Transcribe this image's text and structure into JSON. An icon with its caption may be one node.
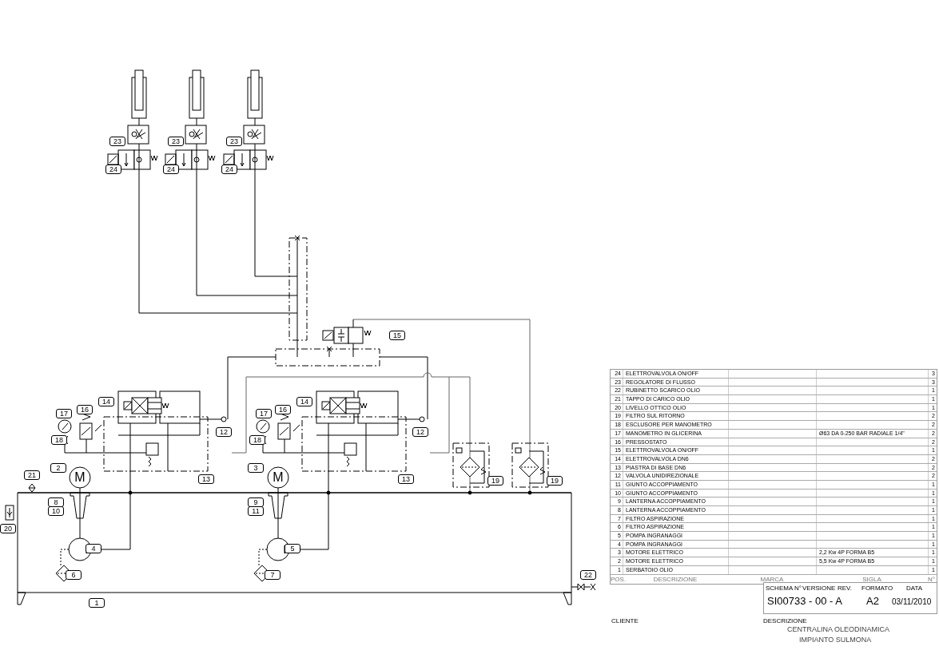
{
  "diagram": {
    "labels": [
      "23",
      "23",
      "23",
      "24",
      "24",
      "24",
      "15",
      "14",
      "16",
      "17",
      "18",
      "12",
      "13",
      "2",
      "21",
      "8",
      "10",
      "20",
      "4",
      "6",
      "1",
      "14",
      "16",
      "17",
      "18",
      "12",
      "13",
      "3",
      "9",
      "11",
      "5",
      "7",
      "19",
      "19",
      "22",
      "24",
      "ELETTROVALVOLA ON/OFF",
      "3",
      "23",
      "REGOLATORE DI FLUSSO",
      "3",
      "22",
      "RUBINETTO SCARICO OLIO",
      "1",
      "21",
      "TAPPO DI CARICO OLIO",
      "1",
      "20",
      "LIVELLO OTTICO OLIO",
      "1",
      "19",
      "FILTRO SUL RITORNO",
      "2",
      "18",
      "ESCLUSORE PER MANOMETRO",
      "2",
      "17",
      "MANOMETRO IN GLICERINA",
      "Ø63 DA 0-250 BAR RADIALE 1/4\"",
      "2",
      "16",
      "PRESSOSTATO",
      "2",
      "15",
      "ELETTROVALVOLA ON/OFF",
      "1",
      "14",
      "ELETTROVALVOLA DN6",
      "2",
      "13",
      "PIASTRA DI BASE DN6",
      "2",
      "12",
      "VALVOLA UNIDIREZIONALE",
      "2",
      "11",
      "GIUNTO ACCOPPIAMENTO",
      "1",
      "10",
      "GIUNTO ACCOPPIAMENTO",
      "1",
      "9",
      "LANTERNA ACCOPPIAMENTO",
      "1",
      "8",
      "LANTERNA ACCOPPIAMENTO",
      "1",
      "7",
      "FILTRO ASPIRAZIONE",
      "1",
      "6",
      "FILTRO ASPIRAZIONE",
      "1",
      "5",
      "POMPA INGRANAGGI",
      "1",
      "4",
      "POMPA INGRANAGGI",
      "1",
      "3",
      "MOTORE ELETTRICO",
      "2,2 Kw 4P FORMA B5",
      "1",
      "2",
      "MOTORE ELETTRICO",
      "5,5 Kw 4P FORMA B5",
      "1",
      "1",
      "SERBATOIO OLIO",
      "1",
      "POS.",
      "DESCRIZIONE",
      "MARCA",
      "SIGLA",
      "N°",
      "SCHEMA N°",
      "VERSIONE",
      "REV.",
      "FORMATO",
      "DATA",
      "SI00733 - 00 - A",
      "A2",
      "03/11/2010",
      "CLIENTE",
      "DESCRIZIONE",
      "CENTRALINA OLEODINAMICA",
      "IMPIANTO SULMONA",
      "M",
      "M"
    ]
  }
}
